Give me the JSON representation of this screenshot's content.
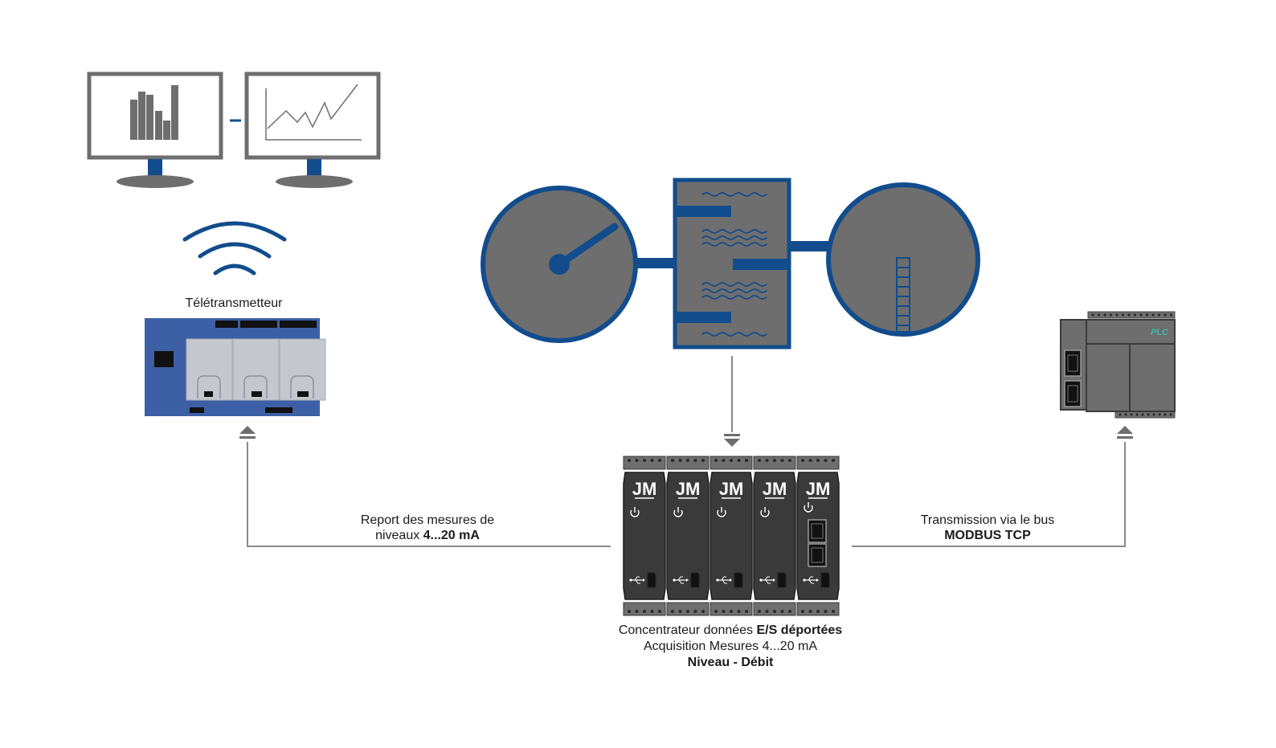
{
  "colors": {
    "blue": "#124c8c",
    "gray": "#6e6e6e",
    "dark": "#3a3a3a",
    "line": "#8a8a8a",
    "plc_accent": "#3fb6a8"
  },
  "labels": {
    "teletransmetteur": "Télétransmetteur",
    "report_line1": "Report des mesures de",
    "report_line2_normal": "niveaux ",
    "report_line2_bold": "4...20 mA",
    "transmission_line1": "Transmission via le bus",
    "transmission_line2_bold": "MODBUS TCP",
    "concentrator_line1_normal": "Concentrateur données ",
    "concentrator_line1_bold": "E/S déportées",
    "concentrator_line2": "Acquisition Mesures 4...20 mA",
    "concentrator_line3_bold": "Niveau - Débit"
  },
  "modules": {
    "logo": "JM",
    "count": 5
  },
  "plc": {
    "label": "PLC"
  },
  "icons": [
    "bar-chart-monitor-icon",
    "line-chart-monitor-icon",
    "wireless-signal-icon",
    "flow-gauge-icon",
    "level-gauge-icon",
    "usb-icon",
    "power-icon"
  ]
}
